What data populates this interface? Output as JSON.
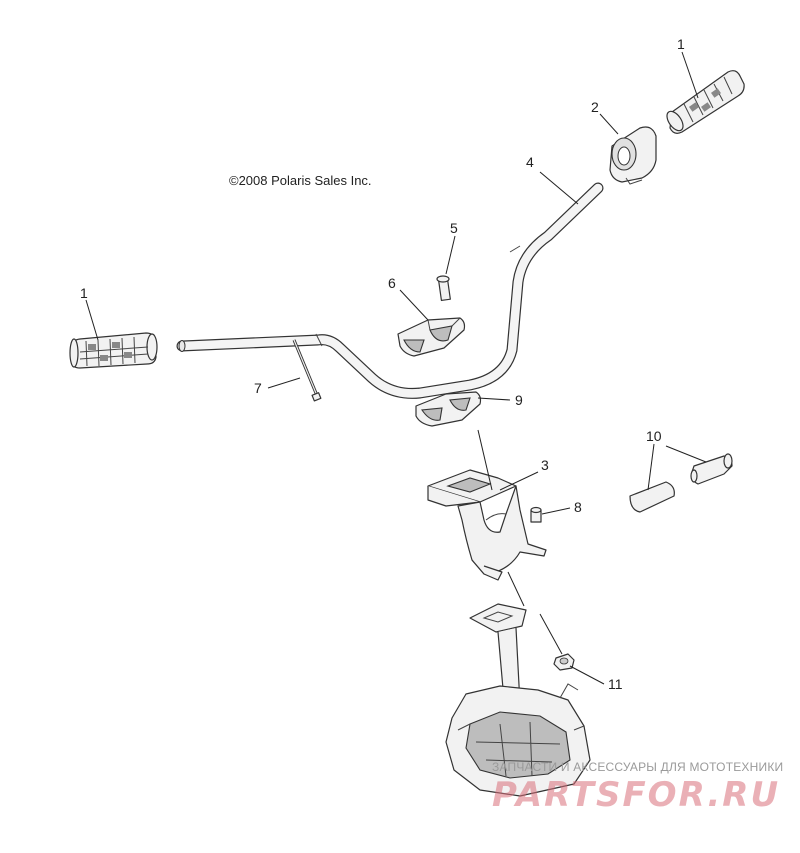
{
  "copyright": "©2008 Polaris Sales Inc.",
  "callouts": [
    {
      "id": "c1a",
      "text": "1"
    },
    {
      "id": "c1b",
      "text": "1"
    },
    {
      "id": "c2",
      "text": "2"
    },
    {
      "id": "c3",
      "text": "3"
    },
    {
      "id": "c4",
      "text": "4"
    },
    {
      "id": "c5",
      "text": "5"
    },
    {
      "id": "c6",
      "text": "6"
    },
    {
      "id": "c7",
      "text": "7"
    },
    {
      "id": "c8",
      "text": "8"
    },
    {
      "id": "c9",
      "text": "9"
    },
    {
      "id": "c10",
      "text": "10"
    },
    {
      "id": "c11",
      "text": "11"
    }
  ],
  "watermark": {
    "tagline": "ЗАПЧАСТИ И АКСЕССУАРЫ ДЛЯ МОТОТЕХНИКИ",
    "site": "PARTSFOR.RU",
    "color": "#d9707a"
  }
}
